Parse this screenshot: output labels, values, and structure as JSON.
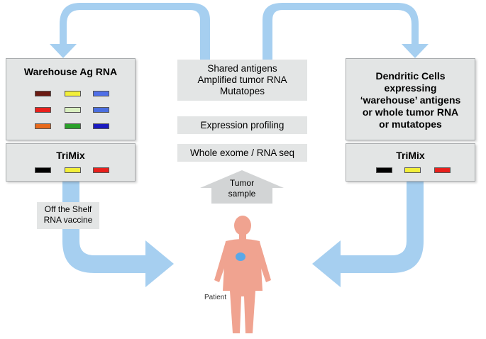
{
  "colors": {
    "arrow": "#a6cff0",
    "box_fill": "#e3e5e5",
    "box_border": "#a9acae",
    "tumor_arrow": "#d2d4d5",
    "body_fill": "#f0a390",
    "tumor_spot": "#5aa8e8"
  },
  "warehouse": {
    "title": "Warehouse Ag RNA",
    "swatches": [
      "#6b1a12",
      "#f2ef3a",
      "#4f6fe8",
      "#e8201c",
      "#d9efc0",
      "#4a6ee0",
      "#e86a1c",
      "#2aa02a",
      "#1a1ac0"
    ]
  },
  "trimix_left": {
    "title": "TriMix",
    "swatches": [
      "#000000",
      "#f2ef3a",
      "#e8201c"
    ]
  },
  "dendritic": {
    "title_lines": [
      "Dendritic Cells",
      "expressing",
      "‘warehouse’ antigens",
      "or whole tumor RNA",
      "or mutatopes"
    ]
  },
  "trimix_right": {
    "title": "TriMix",
    "swatches": [
      "#000000",
      "#f2ef3a",
      "#e8201c"
    ]
  },
  "center": {
    "antigens_lines": [
      "Shared antigens",
      "Amplified tumor RNA",
      "Mutatopes"
    ],
    "expression": "Expression profiling",
    "sequencing": "Whole exome / RNA seq",
    "tumor_sample_lines": [
      "Tumor",
      "sample"
    ]
  },
  "off_shelf_lines": [
    "Off the Shelf",
    "RNA vaccine"
  ],
  "patient_label": "Patient"
}
